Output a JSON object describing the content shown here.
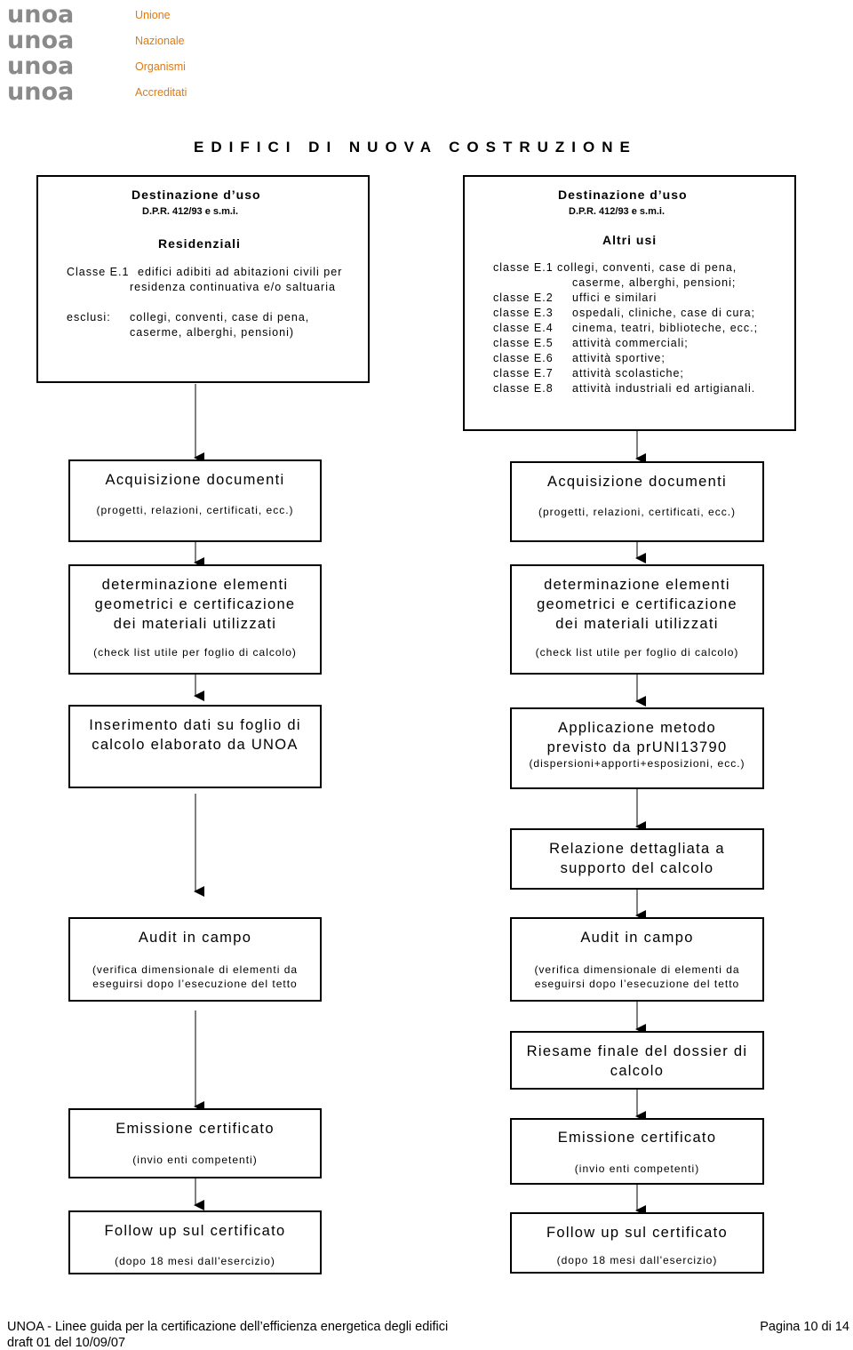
{
  "logo": {
    "brand_rows": [
      "unoa",
      "unoa",
      "unoa",
      "unoa"
    ],
    "labels": [
      "Unione",
      "Nazionale",
      "Organismi",
      "Accreditati"
    ],
    "colors": {
      "gray": "#8a8a8a",
      "orange": "#e07a12"
    }
  },
  "page_title": "EDIFICI DI NUOVA COSTRUZIONE",
  "left_header": {
    "title": "Destinazione d’uso",
    "ref": "D.P.R. 412/93 e s.m.i.",
    "category": "Residenziali",
    "class_label": "Classe E.1",
    "class_text_1": "edifici adibiti ad abitazioni civili per",
    "class_text_2": "residenza continuativa e/o saltuaria",
    "excl_label": "esclusi:",
    "excl_text_1": "collegi, conventi, case di pena,",
    "excl_text_2": "caserme, alberghi, pensioni)"
  },
  "right_header": {
    "title": "Destinazione d’uso",
    "ref": "D.P.R. 412/93 e s.m.i.",
    "category": "Altri usi",
    "rows": [
      {
        "cls": "classe E.1",
        "text": "collegi, conventi, case di pena,"
      },
      {
        "cls": "",
        "text": "caserme, alberghi, pensioni;"
      },
      {
        "cls": "classe E.2",
        "text": "uffici e similari"
      },
      {
        "cls": "classe E.3",
        "text": "ospedali, cliniche, case di cura;"
      },
      {
        "cls": "classe E.4",
        "text": "cinema, teatri, biblioteche, ecc.;"
      },
      {
        "cls": "classe E.5",
        "text": "attività commerciali;"
      },
      {
        "cls": "classe E.6",
        "text": "attività sportive;"
      },
      {
        "cls": "classe E.7",
        "text": "attività scolastiche;"
      },
      {
        "cls": "classe E.8",
        "text": "attività industriali ed artigianali."
      }
    ]
  },
  "left_steps": {
    "acq_title": "Acquisizione documenti",
    "acq_note": "(progetti, relazioni, certificati, ecc.)",
    "det_line1": "determinazione elementi",
    "det_line2": "geometrici e certificazione",
    "det_line3": "dei materiali utilizzati",
    "det_note": "(check list utile per foglio di calcolo)",
    "ins_line1": "Inserimento dati su foglio di",
    "ins_line2": "calcolo elaborato da UNOA",
    "audit_title": "Audit in campo",
    "audit_note1": "(verifica dimensionale di elementi da",
    "audit_note2": "eseguirsi dopo l’esecuzione del tetto",
    "emis_title": "Emissione certificato",
    "emis_note": "(invio enti competenti)",
    "follow_title": "Follow up sul certificato",
    "follow_note": "(dopo 18 mesi dall'esercizio)"
  },
  "right_steps": {
    "acq_title": "Acquisizione documenti",
    "acq_note": "(progetti, relazioni, certificati, ecc.)",
    "det_line1": "determinazione elementi",
    "det_line2": "geometrici e certificazione",
    "det_line3": "dei materiali utilizzati",
    "det_note": "(check list utile per foglio di calcolo)",
    "app_line1": "Applicazione metodo",
    "app_line2": "previsto da prUNI13790",
    "app_note": "(dispersioni+apporti+esposizioni, ecc.)",
    "rel_line1": "Relazione dettagliata a",
    "rel_line2": "supporto del calcolo",
    "audit_title": "Audit in campo",
    "audit_note1": "(verifica dimensionale di elementi da",
    "audit_note2": "eseguirsi dopo l’esecuzione del tetto",
    "ries_line1": "Riesame finale del dossier di",
    "ries_line2": "calcolo",
    "emis_title": "Emissione certificato",
    "emis_note": "(invio enti competenti)",
    "follow_title": "Follow up sul certificato",
    "follow_note": "(dopo 18 mesi dall'esercizio)"
  },
  "footer": {
    "doc_title": "UNOA - Linee guida per la certificazione dell’efficienza energetica degli edifici",
    "draft": "draft 01 del 10/09/07",
    "page": "Pagina 10 di 14"
  }
}
